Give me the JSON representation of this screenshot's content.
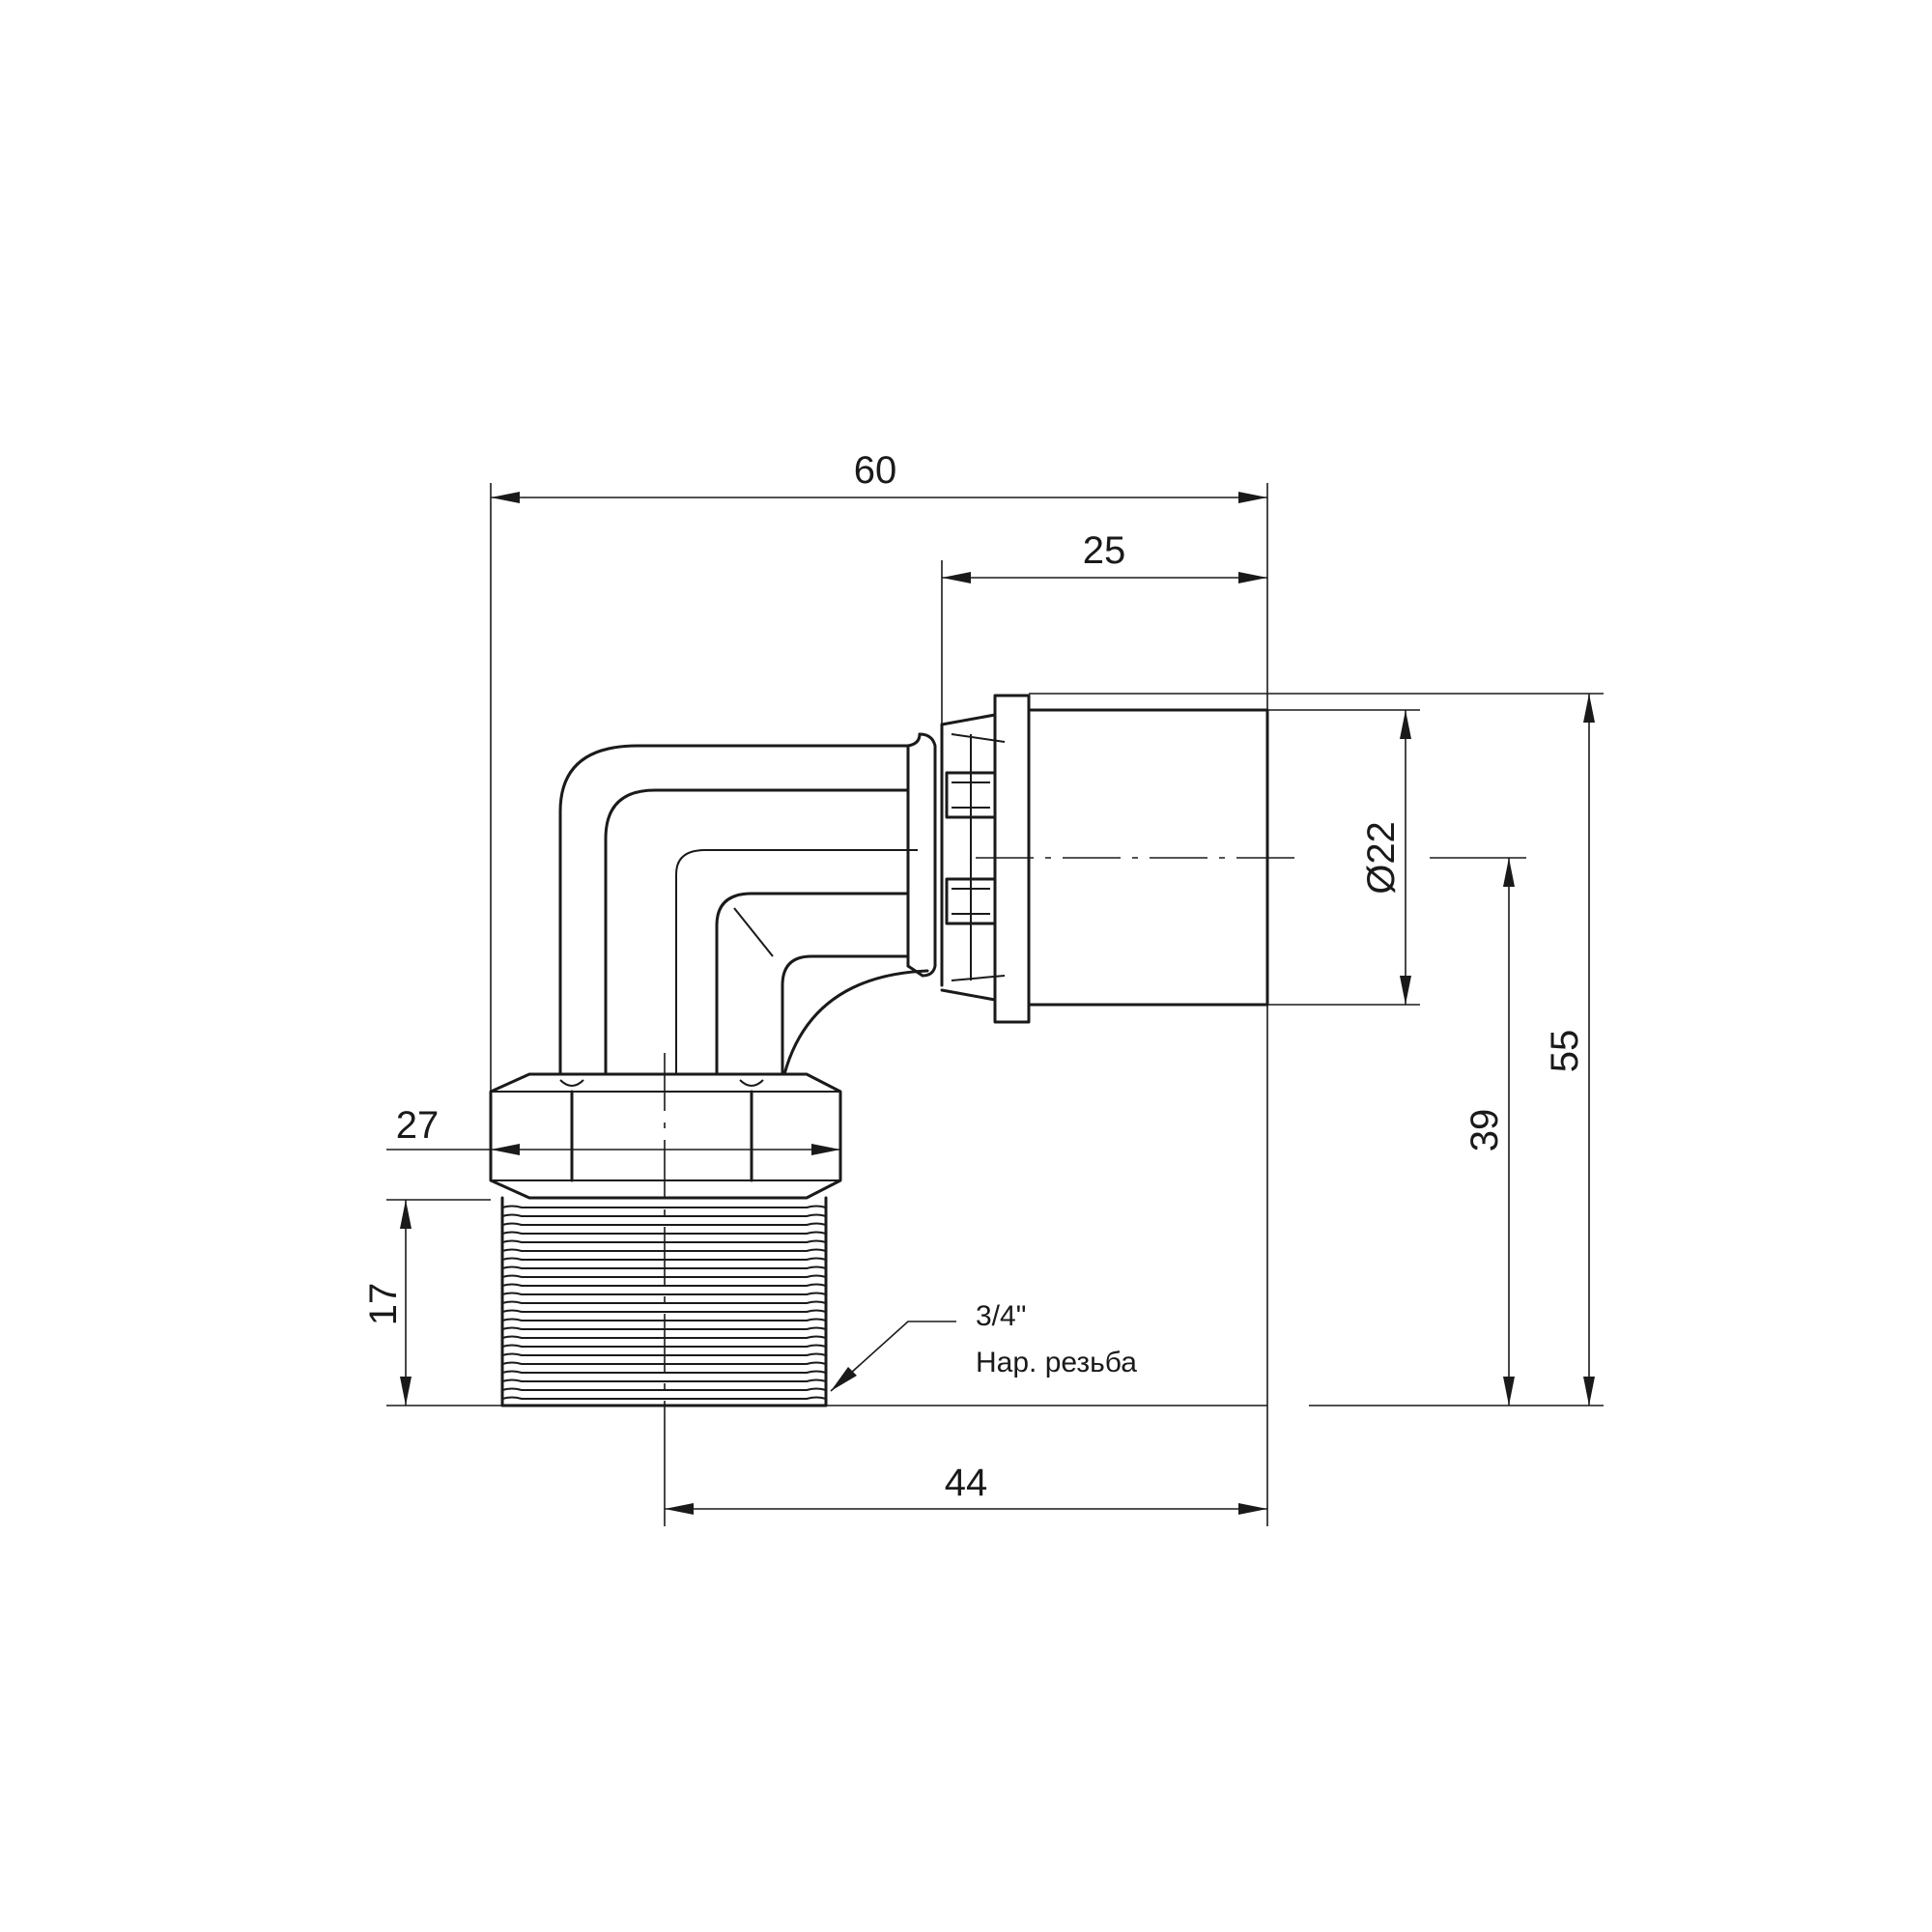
{
  "dimensions": {
    "overall_width": "60",
    "socket_length": "25",
    "overall_height": "55",
    "center_height": "39",
    "hex_size": "27",
    "thread_length": "17",
    "axis_offset": "44",
    "socket_diameter": "Ø22"
  },
  "note": {
    "line1": "3/4\"",
    "line2": "Нар. резьба"
  }
}
